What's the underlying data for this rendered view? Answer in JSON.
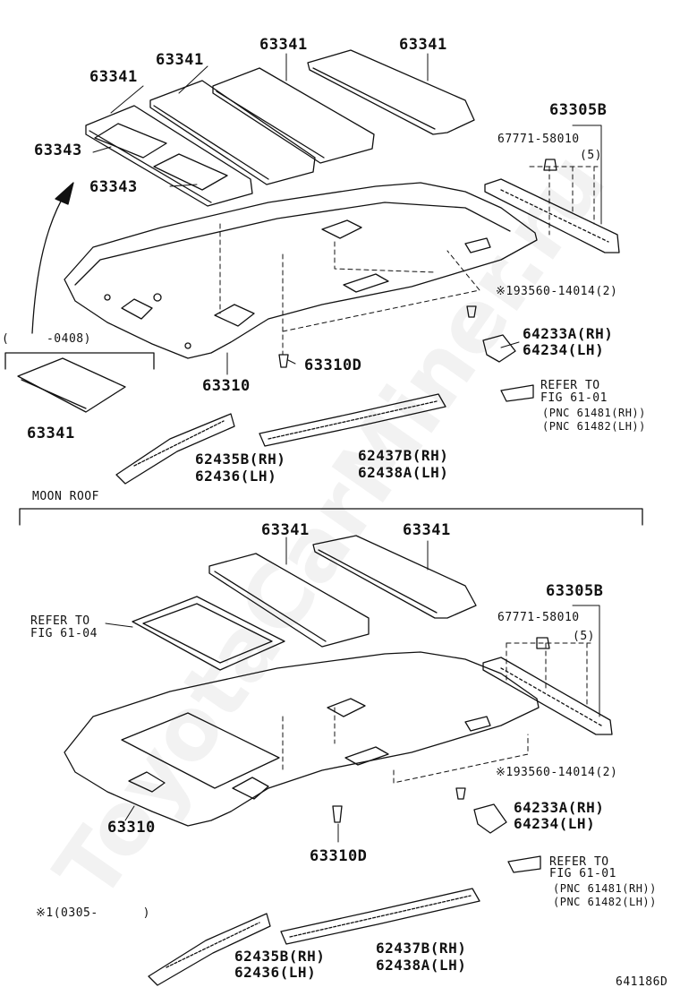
{
  "watermark": "ToyotaCarMiner.ru",
  "figure_id": "641186D",
  "top": {
    "roof_panels": [
      "63341",
      "63341",
      "63341",
      "63341"
    ],
    "insulators": [
      "63343",
      "63343"
    ],
    "bracket_assy": "63305B",
    "clip_part": "67771-58010",
    "clip_qty": "(5)",
    "headliner": "63310",
    "clip": "63310D",
    "screw": "※193560-14014(2)",
    "lamp_rh": "64233A(RH)",
    "lamp_lh": "64234(LH)",
    "refer_fig": [
      "REFER TO",
      "FIG 61-01"
    ],
    "pnc": [
      "(PNC 61481(RH))",
      "(PNC 61482(LH))"
    ],
    "date_range": "(     -0408)",
    "inset_pad": "63341",
    "rail_front_rh": "62435B(RH)",
    "rail_front_lh": "62436(LH)",
    "rail_rear_rh": "62437B(RH)",
    "rail_rear_lh": "62438A(LH)"
  },
  "section_label": "MOON ROOF",
  "moonroof": {
    "roof_panels": [
      "63341",
      "63341"
    ],
    "refer_sunroof": [
      "REFER TO",
      "FIG 61-04"
    ],
    "bracket_assy": "63305B",
    "clip_part": "67771-58010",
    "clip_qty": "(5)",
    "headliner": "63310",
    "clip": "63310D",
    "screw": "※193560-14014(2)",
    "lamp_rh": "64233A(RH)",
    "lamp_lh": "64234(LH)",
    "refer_fig": [
      "REFER TO",
      "FIG 61-01"
    ],
    "pnc": [
      "(PNC 61481(RH))",
      "(PNC 61482(LH))"
    ],
    "footnote": "※1(0305-      )",
    "rail_front_rh": "62435B(RH)",
    "rail_front_lh": "62436(LH)",
    "rail_rear_rh": "62437B(RH)",
    "rail_rear_lh": "62438A(LH)"
  }
}
